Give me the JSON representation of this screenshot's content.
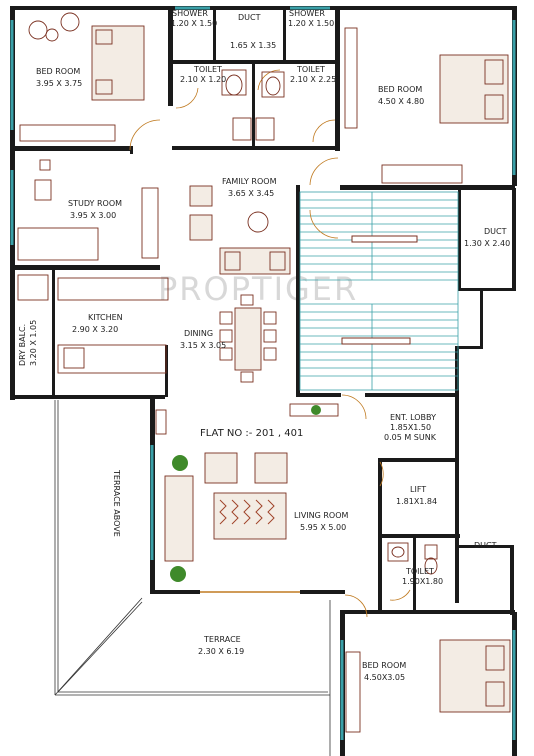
{
  "watermark": "PROPTIGER",
  "flat_label": "FLAT NO :- 201 , 401",
  "rooms": {
    "bed_room_1": {
      "name": "BED ROOM",
      "size": "3.95 X 3.75"
    },
    "shower_left": {
      "name": "SHOWER",
      "size": "1.20 X 1.50"
    },
    "duct_top": {
      "name": "DUCT",
      "size": "1.65 X 1.35"
    },
    "shower_right": {
      "name": "SHOWER",
      "size": "1.20 X 1.50"
    },
    "toilet_left": {
      "name": "TOILET",
      "size": "2.10 X 1.20"
    },
    "toilet_right": {
      "name": "TOILET",
      "size": "2.10 X 2.25"
    },
    "bed_room_2": {
      "name": "BED ROOM",
      "size": "4.50 X 4.80"
    },
    "study_room": {
      "name": "STUDY ROOM",
      "size": "3.95 X 3.00"
    },
    "family_room": {
      "name": "FAMILY ROOM",
      "size": "3.65 X 3.45"
    },
    "duct_right": {
      "name": "DUCT",
      "size": "1.30 X 2.40"
    },
    "kitchen": {
      "name": "KITCHEN",
      "size": "2.90 X 3.20"
    },
    "dry_balc": {
      "name": "DRY BALC.",
      "size": "3.20 X 1.05"
    },
    "dining": {
      "name": "DINING",
      "size": "3.15 X 3.05"
    },
    "ent_lobby": {
      "name": "ENT. LOBBY",
      "size": "1.85X1.50",
      "note": "0.05 M SUNK"
    },
    "lift": {
      "name": "LIFT",
      "size": "1.81X1.84"
    },
    "terrace_above": {
      "name": "TERRACE ABOVE"
    },
    "living_room": {
      "name": "LIVING ROOM",
      "size": "5.95 X 5.00"
    },
    "duct_bottom": {
      "name": "DUCT"
    },
    "toilet_bottom": {
      "name": "TOILET",
      "size": "1.90X1.80"
    },
    "terrace": {
      "name": "TERRACE",
      "size": "2.30 X 6.19"
    },
    "bed_room_3": {
      "name": "BED ROOM",
      "size": "4.50X3.05"
    }
  },
  "colors": {
    "wall": "#1a1a1a",
    "window": "#3aa0a8",
    "furniture": "#7a3020",
    "door": "#c07a20",
    "plant": "#3f8a2a"
  }
}
